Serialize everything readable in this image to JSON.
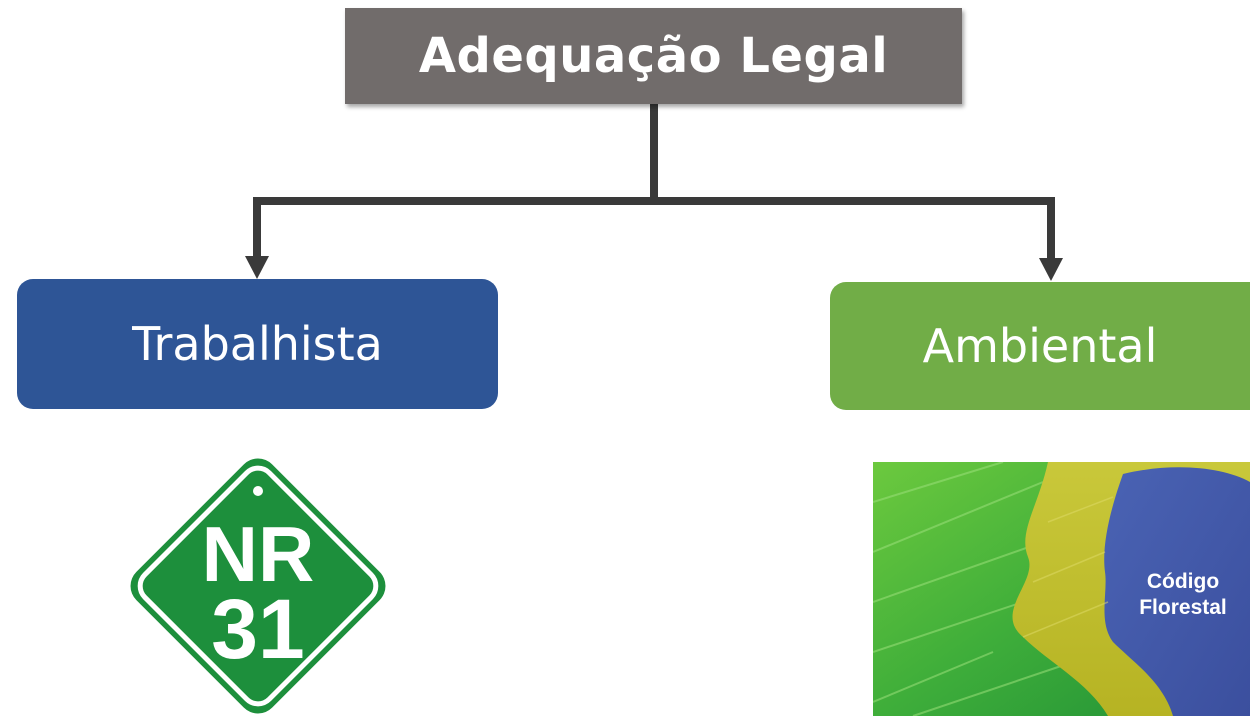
{
  "diagram": {
    "root": {
      "label": "Adequação Legal",
      "color": "#716c6b"
    },
    "branches": [
      {
        "label": "Trabalhista",
        "color": "#2e5596"
      },
      {
        "label": "Ambiental",
        "color": "#71ad47"
      }
    ],
    "connector_color": "#3a3a3a"
  },
  "images": {
    "nr31": {
      "line1": "NR",
      "line2": "31",
      "color": "#1d8f3c"
    },
    "codigo_florestal": {
      "line1": "Código",
      "line2": "Florestal",
      "colors": {
        "leaf_green": "#3fae3a",
        "yellow": "#c7c22a",
        "blue": "#3b57a8"
      }
    }
  }
}
